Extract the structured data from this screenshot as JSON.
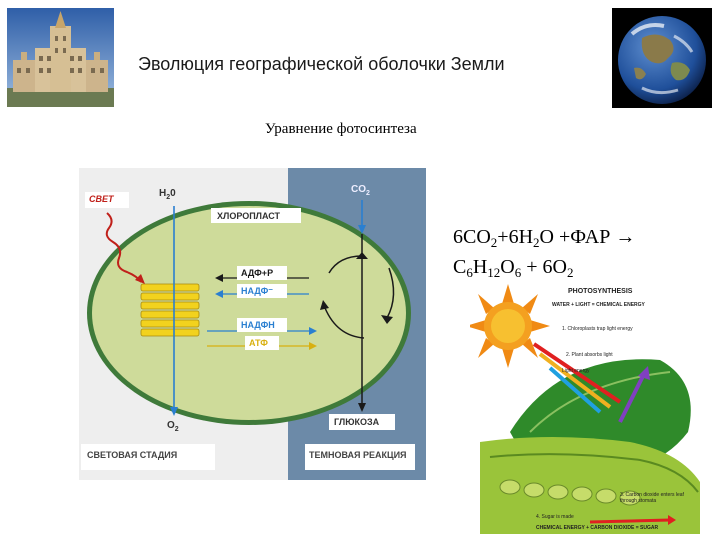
{
  "header": {
    "title": "Эволюция географической оболочки Земли"
  },
  "slide": {
    "subtitle": "Уравнение фотосинтеза"
  },
  "equation": {
    "line1": {
      "a": "6CO",
      "b": "2",
      "c": "+6H",
      "d": "2",
      "e": "O +ФАР →"
    },
    "line2": {
      "a": "C",
      "b": "6",
      "c": "H",
      "d": "12",
      "e": "O",
      "f": "6",
      "g": " + 6O",
      "h": "2"
    }
  },
  "diagram": {
    "light": "СВЕТ",
    "h2o_a": "H",
    "h2o_b": "2",
    "h2o_c": "0",
    "co2": "CO",
    "co2_sub": "2",
    "chloroplast": "ХЛОРОПЛАСТ",
    "adf": "АДФ+Р",
    "nadf": "НАДФ⁻",
    "nadfn": "НАДФН",
    "atf": "АТФ",
    "o2": "O",
    "o2_sub": "2",
    "glucose": "ГЛЮКОЗА",
    "light_stage": "СВЕТОВАЯ СТАДИЯ",
    "dark_stage": "ТЕМНОВАЯ РЕАКЦИЯ"
  },
  "photosynthesis_figure": {
    "title": "PHOTOSYNTHESIS",
    "caption_top": "WATER + LIGHT = CHEMICAL ENERGY",
    "step1": "1. Chloroplasts trap light energy",
    "step2": "2. Plant absorbs light",
    "step3": "Light energy",
    "step4": "3. Carbon dioxide enters leaf through stomata",
    "step5": "4. Sugar is made",
    "caption_bottom": "CHEMICAL ENERGY + CARBON DIOXIDE = SUGAR"
  },
  "colors": {
    "light_panel": "#eeeeee",
    "dark_panel": "#6c8aa8",
    "chloroplast_fill": "#cedb9a",
    "thylakoid": "#f2d21e",
    "arrow_blue": "#2a7fd0"
  }
}
